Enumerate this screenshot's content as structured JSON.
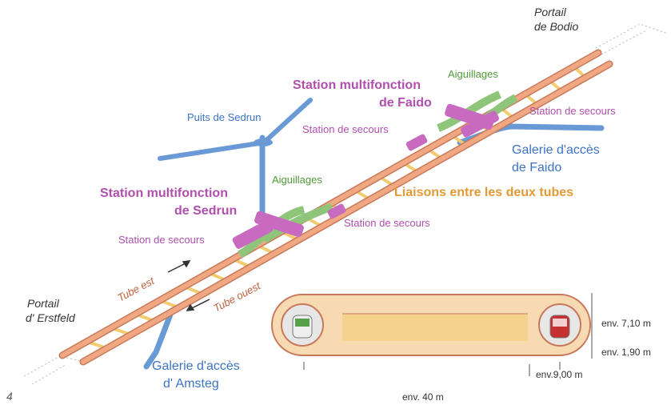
{
  "labels": {
    "portail_bodio": [
      "Portail",
      "de Bodio"
    ],
    "portail_erstfeld": [
      "Portail",
      "d' Erstfeld"
    ],
    "station_faido": [
      "Station multifonction",
      "de Faido"
    ],
    "station_sedrun": [
      "Station multifonction",
      "de Sedrun"
    ],
    "puits_sedrun": "Puits de Sedrun",
    "aiguillages_top": "Aiguillages",
    "aiguillages_mid": "Aiguillages",
    "station_secours_top_right": "Station de secours",
    "station_secours_top_mid": "Station de secours",
    "station_secours_mid": "Station de secours",
    "station_secours_left": "Station de secours",
    "galerie_faido": [
      "Galerie d'accès",
      "de Faido"
    ],
    "galerie_amsteg": [
      "Galerie d'accès",
      "d' Amsteg"
    ],
    "liaisons": "Liaisons entre les deux tubes",
    "tube_est": "Tube est",
    "tube_ouest": "Tube ouest",
    "dim_height": "env. 7,10 m",
    "dim_rail": "env. 1,90 m",
    "dim_tube": "env.9,00 m",
    "dim_width": "env. 40 m",
    "page_number": "4"
  },
  "colors": {
    "tube": "#f0a882",
    "tube_edge": "#c8795a",
    "liaison": "#f2cc6e",
    "purple": "#c86bc0",
    "purple_text": "#b04fae",
    "green": "#8fc57a",
    "green_text": "#4f9a3a",
    "blue": "#6a9ad6",
    "blue_text": "#3d73c4",
    "orange_text": "#e39a36",
    "tube_label": "#c05f3c"
  }
}
